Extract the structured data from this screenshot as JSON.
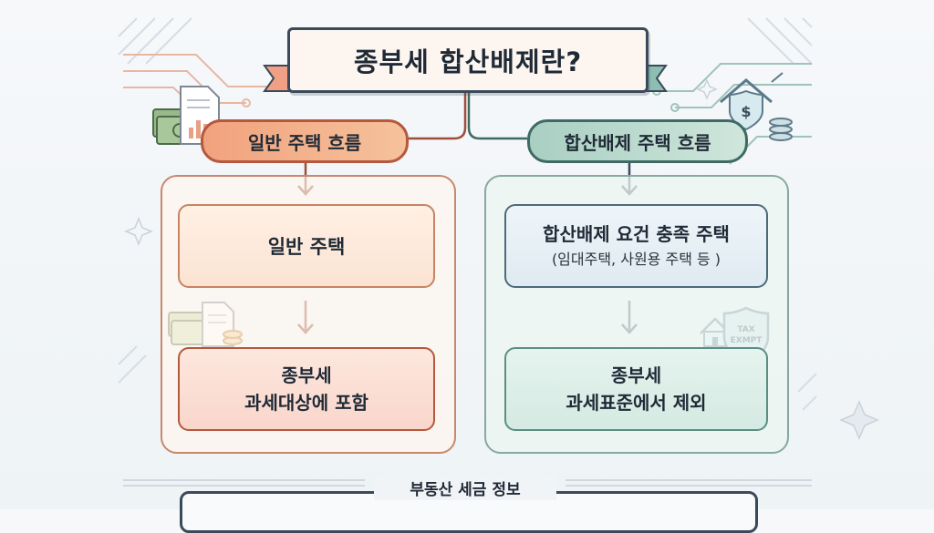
{
  "title": "종부세 합산배제란?",
  "left_flow": {
    "label": "일반 주택 흐름",
    "step1": "일반 주택",
    "step2_line1": "종부세",
    "step2_line2": "과세대상에 포함"
  },
  "right_flow": {
    "label": "합산배제 주택 흐름",
    "step1_line1": "합산배제 요건 충족 주택",
    "step1_line2": "(임대주택, 사원용 주택 등 )",
    "step2_line1": "종부세",
    "step2_line2": "과세표준에서 제외"
  },
  "badge": {
    "line1": "TAX",
    "line2": "EXMPT"
  },
  "footer": {
    "label": "부동산 세금 정보"
  },
  "colors": {
    "left_accent": "#b4583e",
    "right_accent": "#3f6a64",
    "outline": "#3b4a5a"
  },
  "icons": [
    "money-stack-icon",
    "document-chart-icon",
    "house-dollar-icon",
    "coin-stack-icon",
    "house-icon",
    "shield-badge-icon",
    "sparkle-icon"
  ]
}
